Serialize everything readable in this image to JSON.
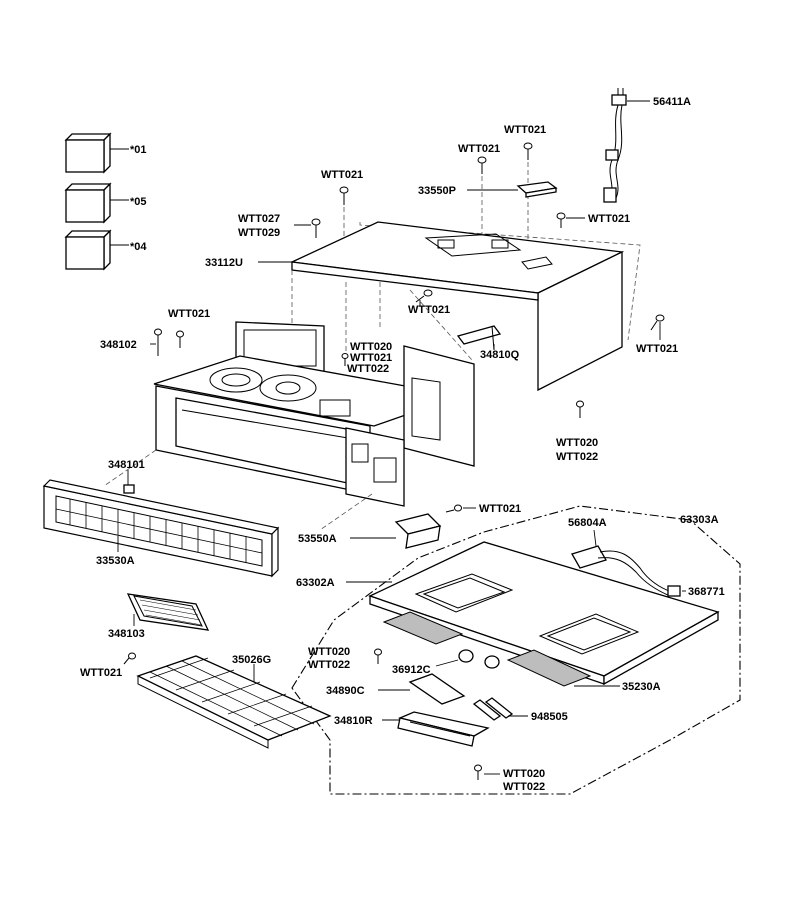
{
  "legend_boxes": [
    {
      "label": "*01"
    },
    {
      "label": "*05"
    },
    {
      "label": "*04"
    }
  ],
  "labels": {
    "l56411A": "56411A",
    "lWTT021_top_a": "WTT021",
    "lWTT021_top_b": "WTT021",
    "lWTT021_mid": "WTT021",
    "l33550P": "33550P",
    "lWTT021_right": "WTT021",
    "lWTT027": "WTT027",
    "lWTT029": "WTT029",
    "l33112U": "33112U",
    "lWTT021_center": "WTT021",
    "lWTT021_leftcab": "WTT021",
    "l348102": "348102",
    "lWTT020_a": "WTT020",
    "lWTT021_a": "WTT021",
    "lWTT022_a": "WTT022",
    "l34810Q": "34810Q",
    "lWTT021_farright": "WTT021",
    "lWTT020_b": "WTT020",
    "lWTT022_b": "WTT022",
    "l348101": "348101",
    "lWTT021_base": "WTT021",
    "l63303A": "63303A",
    "l56804A": "56804A",
    "l53550A": "53550A",
    "l33530A": "33530A",
    "l63302A": "63302A",
    "l368771": "368771",
    "l348103": "348103",
    "l35026G": "35026G",
    "lWTT020_c": "WTT020",
    "lWTT022_c": "WTT022",
    "l36912C": "36912C",
    "lWTT021_low": "WTT021",
    "l34890C": "34890C",
    "l35230A": "35230A",
    "l34810R": "34810R",
    "l948505": "948505",
    "lWTT020_d": "WTT020",
    "lWTT022_d": "WTT022"
  }
}
